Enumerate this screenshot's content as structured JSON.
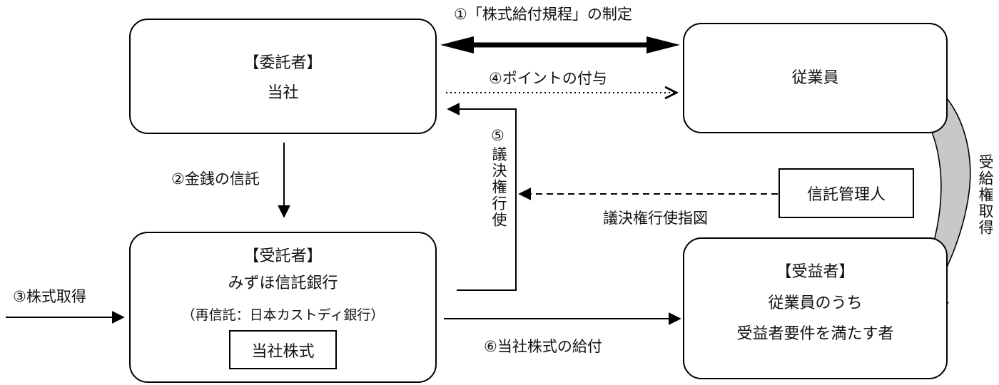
{
  "consignor": {
    "title": "【委託者】",
    "name": "当社"
  },
  "employee": {
    "name": "従業員"
  },
  "trustee": {
    "title": "【受託者】",
    "name": "みずほ信託銀行",
    "sub": "（再信託：日本カストディ銀行）",
    "stock_label": "当社株式"
  },
  "beneficiary": {
    "title": "【受益者】",
    "line1": "従業員のうち",
    "line2": "受益者要件を満たす者"
  },
  "administrator": {
    "name": "信託管理人"
  },
  "flows": {
    "f1": "①「株式給付規程」の制定",
    "f2": "②金銭の信託",
    "f3": "③株式取得",
    "f4": "④ポイントの付与",
    "f5_num": "⑤",
    "f5_text": "議決権行使",
    "f6": "⑥当社株式の給付",
    "voting_instruction": "議決権行使指図",
    "entitlement": "受給権取得"
  },
  "colors": {
    "line": "#000000",
    "curved_arrow_fill": "#c8c8c8"
  }
}
